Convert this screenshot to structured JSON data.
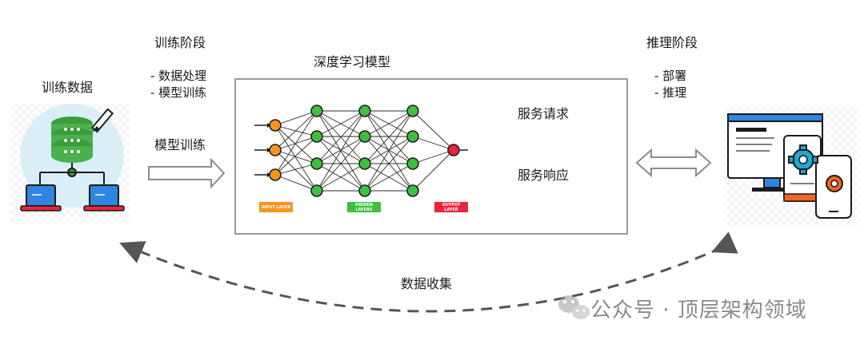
{
  "labels": {
    "training_data": "训练数据",
    "training_stage": "训练阶段",
    "training_item_1": "- 数据处理",
    "training_item_2": "- 模型训练",
    "model_training": "模型训练",
    "dl_model": "深度学习模型",
    "service_request": "服务请求",
    "service_response": "服务响应",
    "inference_stage": "推理阶段",
    "inference_item_1": "- 部署",
    "inference_item_2": "- 推理",
    "data_collection": "数据收集"
  },
  "nn_layers": {
    "input": "INPUT LAYER",
    "hidden": "HIDDEN LAYERS",
    "output": "OUTPUT LAYER"
  },
  "watermark": "公众号 · 顶层架构领域",
  "colors": {
    "input_node": "#f7941d",
    "hidden_node": "#3fbf3f",
    "output_node": "#e8243c",
    "arrow_outline": "#8c8c8c",
    "dashed_arrow": "#555555",
    "database": "#4caf50",
    "laptop": "#2e86de",
    "gear_blue": "#1ea7d8",
    "gear_orange": "#f26522"
  },
  "icons": [
    "database-icon",
    "pencil-icon",
    "laptop-icon",
    "monitor-icon",
    "tablet-icon",
    "phone-icon",
    "gear-icon",
    "wechat-icon"
  ]
}
